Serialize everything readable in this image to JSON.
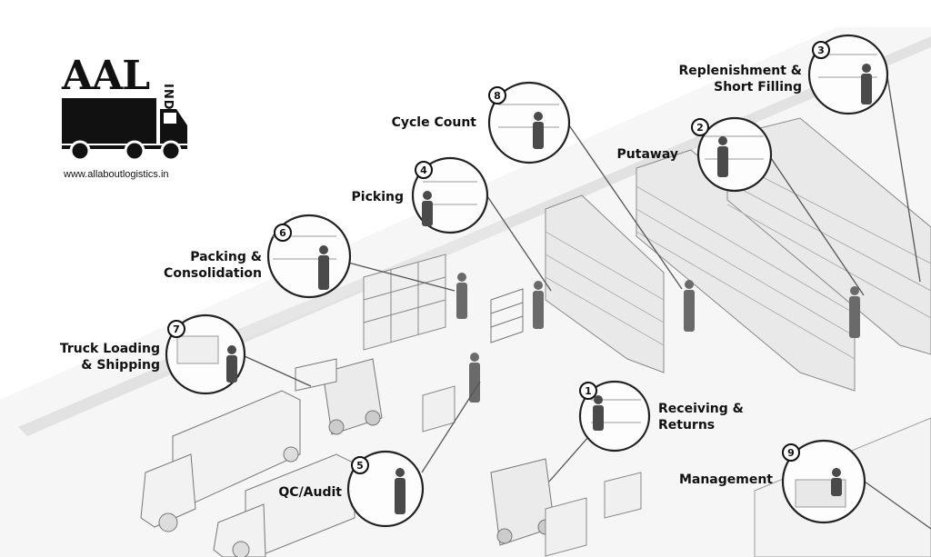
{
  "logo": {
    "brand": "AAL",
    "country": "INDIA",
    "url": "www.allaboutlogistics.in"
  },
  "stages": [
    {
      "number": "1",
      "label": "Receiving &\nReturns"
    },
    {
      "number": "2",
      "label": "Putaway"
    },
    {
      "number": "3",
      "label": "Replenishment &\nShort Filling"
    },
    {
      "number": "4",
      "label": "Picking"
    },
    {
      "number": "5",
      "label": "QC/Audit"
    },
    {
      "number": "6",
      "label": "Packing &\nConsolidation"
    },
    {
      "number": "7",
      "label": "Truck Loading\n& Shipping"
    },
    {
      "number": "8",
      "label": "Cycle Count"
    },
    {
      "number": "9",
      "label": "Management"
    }
  ],
  "colors": {
    "ink": "#111111",
    "line": "#555555",
    "floor": "#eeeeee",
    "shelf": "#d9d9d9"
  }
}
